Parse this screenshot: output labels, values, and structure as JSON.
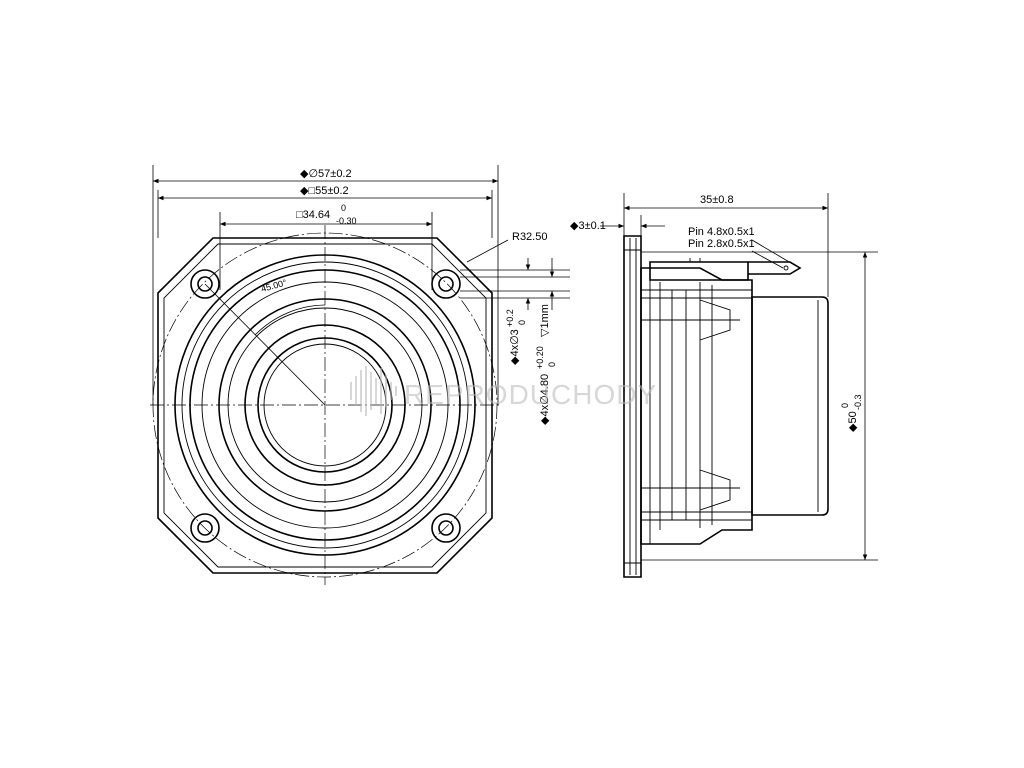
{
  "front_view": {
    "dim_outer_dia": "◆∅57±0.2",
    "dim_square": "◆□55±0.2",
    "dim_inner_square": "□34.64",
    "dim_inner_square_tol_upper": "0",
    "dim_inner_square_tol_lower": "-0.30",
    "dim_radius": "R32.50",
    "dim_angle": "45.00°",
    "dim_hole_small": "◆4x∅3",
    "dim_hole_small_tol": "+0.2",
    "dim_hole_small_tol_lower": "0",
    "dim_hole_large": "◆4x∅4.80",
    "dim_hole_large_tol": "+0.20",
    "dim_hole_large_tol_lower": "0",
    "dim_hole_depth": "▽1mm"
  },
  "side_view": {
    "dim_depth": "35±0.8",
    "dim_flange": "◆3±0.1",
    "pin_large": "Pin 4.8x0.5x1",
    "pin_small": "Pin 2.8x0.5x1",
    "dim_height": "◆50",
    "dim_height_tol_upper": "0",
    "dim_height_tol_lower": "-0.3"
  },
  "watermark": {
    "text": "REPRODUCHODY"
  }
}
